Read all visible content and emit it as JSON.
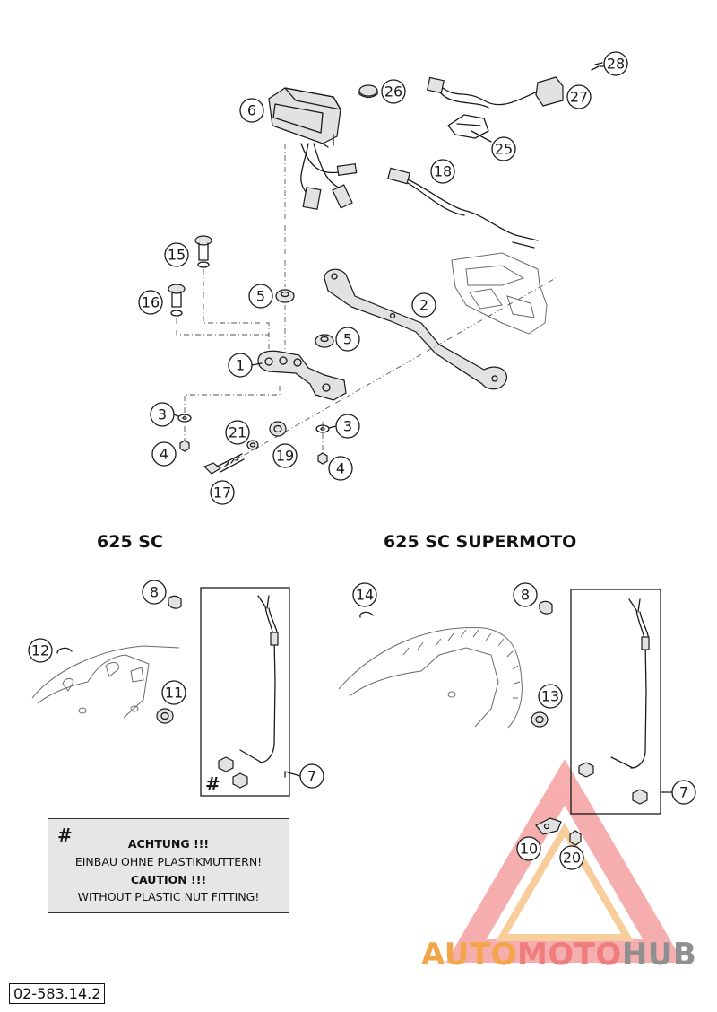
{
  "callouts": {
    "c1": "1",
    "c2": "2",
    "c3a": "3",
    "c3b": "3",
    "c4a": "4",
    "c4b": "4",
    "c5a": "5",
    "c5b": "5",
    "c6": "6",
    "c7a": "7",
    "c7b": "7",
    "c8a": "8",
    "c8b": "8",
    "c10": "10",
    "c11": "11",
    "c12": "12",
    "c13": "13",
    "c14": "14",
    "c15": "15",
    "c16": "16",
    "c17": "17",
    "c18": "18",
    "c19": "19",
    "c20": "20",
    "c21": "21",
    "c25": "25",
    "c26": "26",
    "c27": "27",
    "c28": "28"
  },
  "sections": {
    "left_title": "625 SC",
    "right_title": "625 SC SUPERMOTO"
  },
  "note": {
    "hash": "#",
    "line1": "ACHTUNG !!!",
    "line2": "EINBAU OHNE PLASTIKMUTTERN!",
    "line3": "CAUTION !!!",
    "line4": "WITHOUT PLASTIC NUT FITTING!"
  },
  "hash_mark": "#",
  "reference_code": "02-583.14.2",
  "watermark": {
    "part1": "AUTO",
    "part2": "MOTO",
    "part3": "HUB",
    "color_a": "#f2a54a",
    "color_b": "#ef7d7d",
    "color_c": "#8f8f8f"
  }
}
